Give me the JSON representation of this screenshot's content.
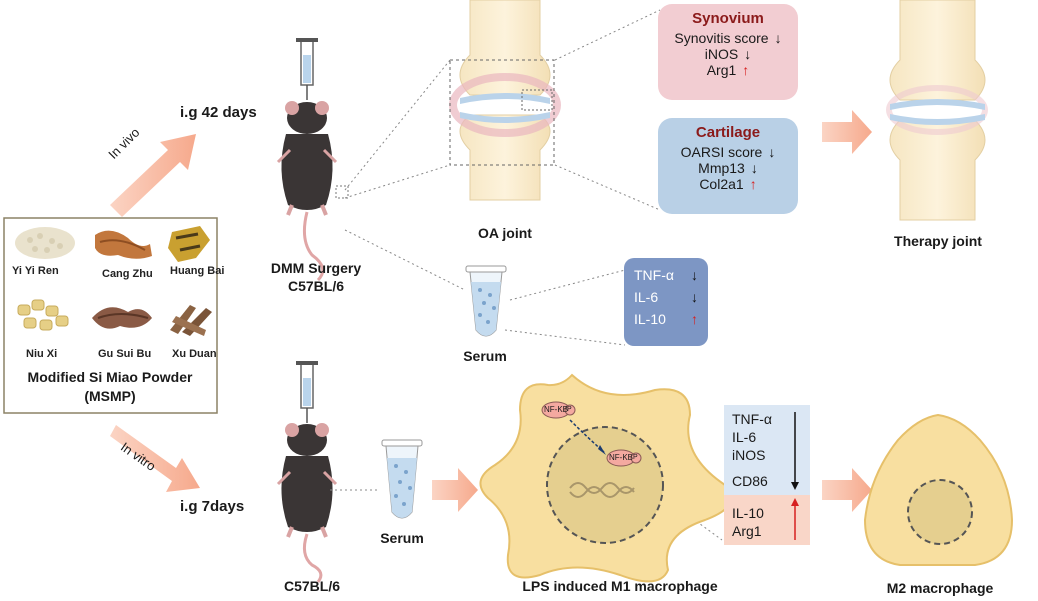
{
  "herbs_panel": {
    "herbs": [
      "Yi Yi Ren",
      "Cang Zhu",
      "Huang Bai",
      "Niu Xi",
      "Gu Sui Bu",
      "Xu Duan"
    ],
    "title": "Modified Si Miao Powder",
    "abbr": "(MSMP)"
  },
  "routes": {
    "in_vivo": "In vivo",
    "in_vitro": "In vitro",
    "dose_vivo": "i.g 42 days",
    "dose_vitro": "i.g 7days"
  },
  "mouse_top": {
    "label1": "DMM Surgery",
    "label2": "C57BL/6"
  },
  "mouse_bottom": {
    "label": "C57BL/6"
  },
  "oa_joint": {
    "label": "OA joint"
  },
  "therapy_joint": {
    "label": "Therapy joint"
  },
  "synovium": {
    "title": "Synovium",
    "items": [
      {
        "name": "Synovitis score",
        "dir": "↓"
      },
      {
        "name": "iNOS",
        "dir": "↓"
      },
      {
        "name": "Arg1",
        "dir": "↑"
      }
    ]
  },
  "cartilage": {
    "title": "Cartilage",
    "items": [
      {
        "name": "OARSI score",
        "dir": "↓"
      },
      {
        "name": "Mmp13",
        "dir": "↓"
      },
      {
        "name": "Col2a1",
        "dir": "↑"
      }
    ]
  },
  "serum_top": {
    "label": "Serum",
    "items": [
      {
        "name": "TNF-α",
        "dir": "↓"
      },
      {
        "name": "IL-6",
        "dir": "↓"
      },
      {
        "name": "IL-10",
        "dir": "↑"
      }
    ]
  },
  "serum_bottom": {
    "label": "Serum"
  },
  "m1": {
    "label": "LPS induced M1 macrophage",
    "nfkb": "NF-KB",
    "p": "P",
    "down_items": [
      "TNF-α",
      "IL-6",
      "iNOS",
      "CD86"
    ],
    "up_items": [
      "IL-10",
      "Arg1"
    ]
  },
  "m2": {
    "label": "M2 macrophage"
  },
  "colors": {
    "synovium_bg": "#f2cdd2",
    "synovium_title": "#8b1a1a",
    "cartilage_bg": "#b9d0e6",
    "serum_box": "#7d96c4",
    "arrow": "#f7b9a2",
    "macrophage": "#f8dfa0",
    "up_arrow": "#d62020"
  }
}
